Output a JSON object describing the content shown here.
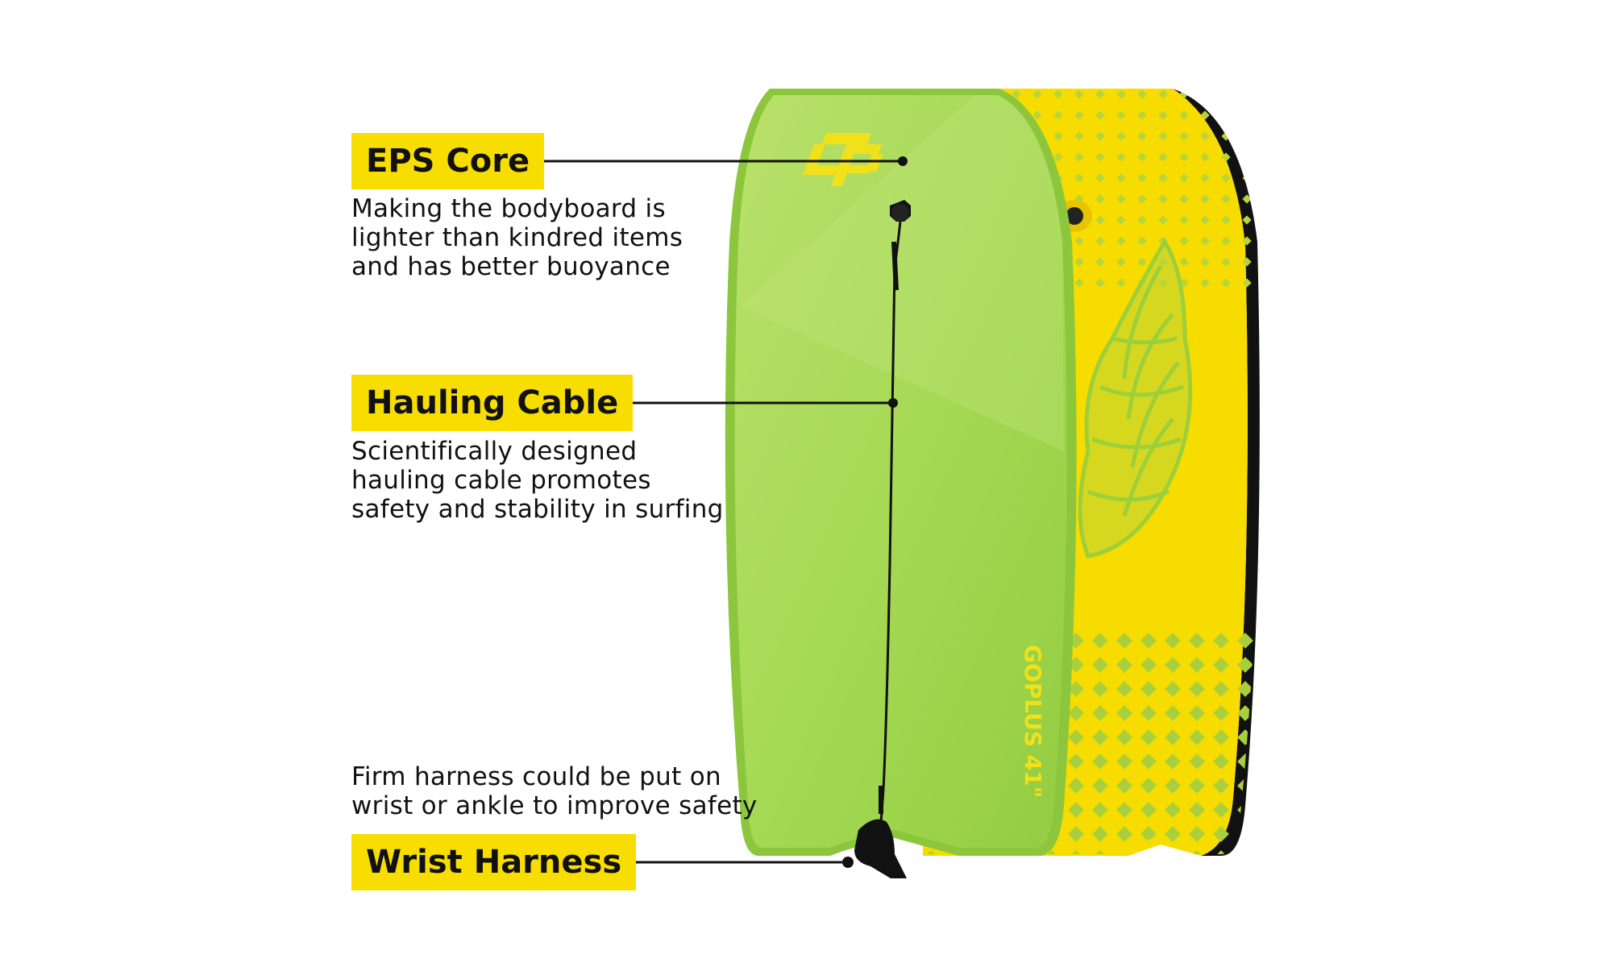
{
  "colors": {
    "label_bg": "#f7de00",
    "board_top": "#9ed444",
    "board_top_light": "#b7e065",
    "board_bottom": "#f7de00",
    "board_pattern": "#9ccf3a",
    "rail": "#111111",
    "text": "#111111"
  },
  "callouts": [
    {
      "title": "EPS Core",
      "description": "Making the bodyboard is\nlighter than kindred items\nand has better buoyance"
    },
    {
      "title": "Hauling Cable",
      "description": "Scientifically designed\nhauling cable promotes\nsafety and stability in surfing"
    },
    {
      "title": "Wrist Harness",
      "description": "Firm harness could be put on\nwrist or ankle to improve safety"
    }
  ],
  "board": {
    "brand_text": "GOPLUS 41\"",
    "logo": "gp-logo-icon",
    "pattern": "shell-illustration-icon"
  }
}
